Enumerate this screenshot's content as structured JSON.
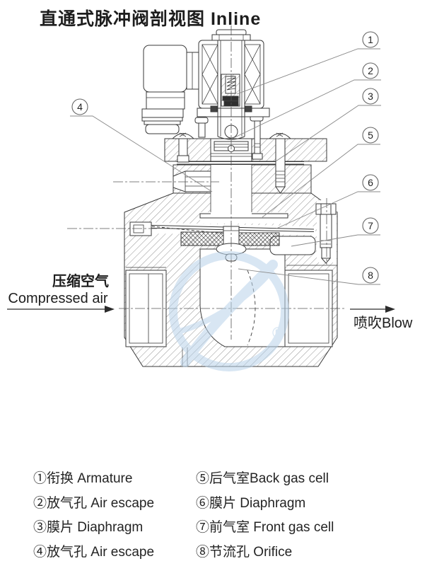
{
  "title": "直通式脉冲阀剖视图 Inline",
  "flow": {
    "inlet_cn": "压缩空气",
    "inlet_en": "Compressed air",
    "outlet": "喷吹Blow"
  },
  "watermark": {
    "registered_mark": "®"
  },
  "callouts": {
    "c1": "1",
    "c2": "2",
    "c3": "3",
    "c4": "4",
    "c5": "5",
    "c6": "6",
    "c7": "7",
    "c8": "8"
  },
  "legend": {
    "items": [
      {
        "num": "①",
        "label": "衔换 Armature"
      },
      {
        "num": "②",
        "label": "放气孔 Air escape"
      },
      {
        "num": "③",
        "label": "膜片 Diaphragm"
      },
      {
        "num": "④",
        "label": "放气孔 Air escape"
      },
      {
        "num": "⑤",
        "label": "后气室Back gas cell"
      },
      {
        "num": "⑥",
        "label": "膜片 Diaphragm"
      },
      {
        "num": "⑦",
        "label": "前气室 Front gas cell"
      },
      {
        "num": "⑧",
        "label": "节流孔 Orifice"
      }
    ]
  },
  "colors": {
    "line": "#3a3a3a",
    "watermark_blue": "#b9d3ea"
  }
}
